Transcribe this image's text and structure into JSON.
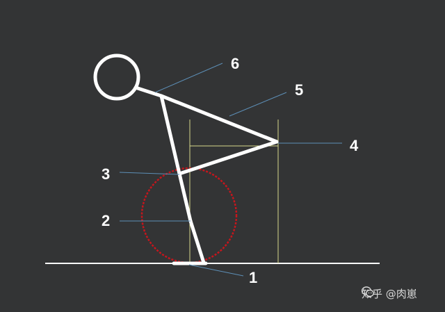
{
  "labels": {
    "n1": "1",
    "n2": "2",
    "n3": "3",
    "n4": "4",
    "n5": "5",
    "n6": "6"
  },
  "watermark": {
    "text": "知乎 @肉崽",
    "icon": "wechat-icon"
  },
  "colors": {
    "background": "#333435",
    "figure": "#ffffff",
    "leader_lines": "#5d8fb7",
    "guide_lines": "#d7d98a",
    "circle": "#c5161d"
  }
}
